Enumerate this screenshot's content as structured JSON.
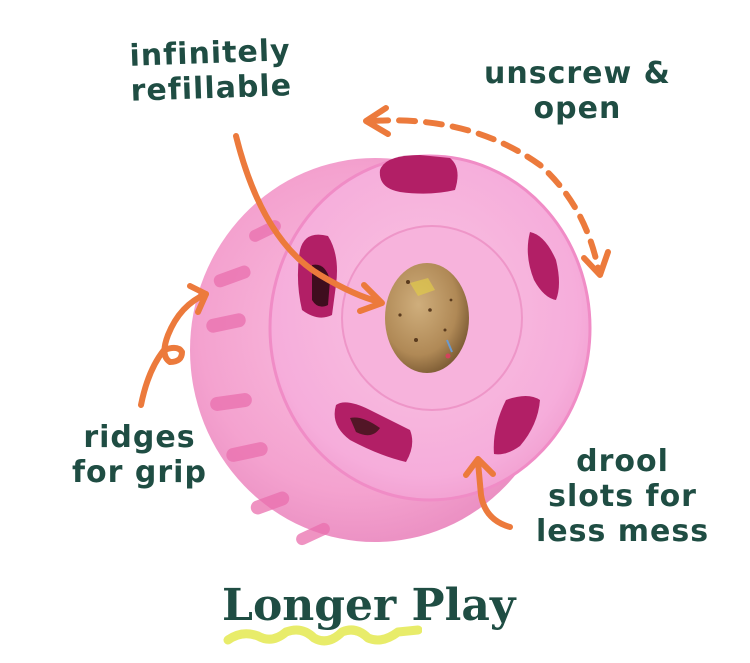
{
  "callouts": {
    "refillable": {
      "line1": "infinitely",
      "line2": "refillable"
    },
    "unscrew": {
      "line1": "unscrew &",
      "line2": "open"
    },
    "ridges": {
      "line1": "ridges",
      "line2": "for grip"
    },
    "drool": {
      "line1": "drool",
      "line2": "slots for",
      "line3": "less mess"
    }
  },
  "headline": {
    "text": "Longer Play"
  },
  "colors": {
    "background": "#ffffff",
    "text_green": "#1f4d43",
    "arrow_orange": "#ec7a3c",
    "toy_pink": "#f5a3cf",
    "toy_pink_light": "#f8b6d9",
    "toy_slot_magenta": "#b8246c",
    "treat_brown": "#b58f5c",
    "squiggle_yellow": "#e6ea5a"
  },
  "icons": {
    "arrow_refill": "curved-arrow",
    "arrow_unscrew": "dashed-double-arrow",
    "arrow_ridges": "looped-arrow",
    "arrow_drool": "curved-up-arrow"
  }
}
